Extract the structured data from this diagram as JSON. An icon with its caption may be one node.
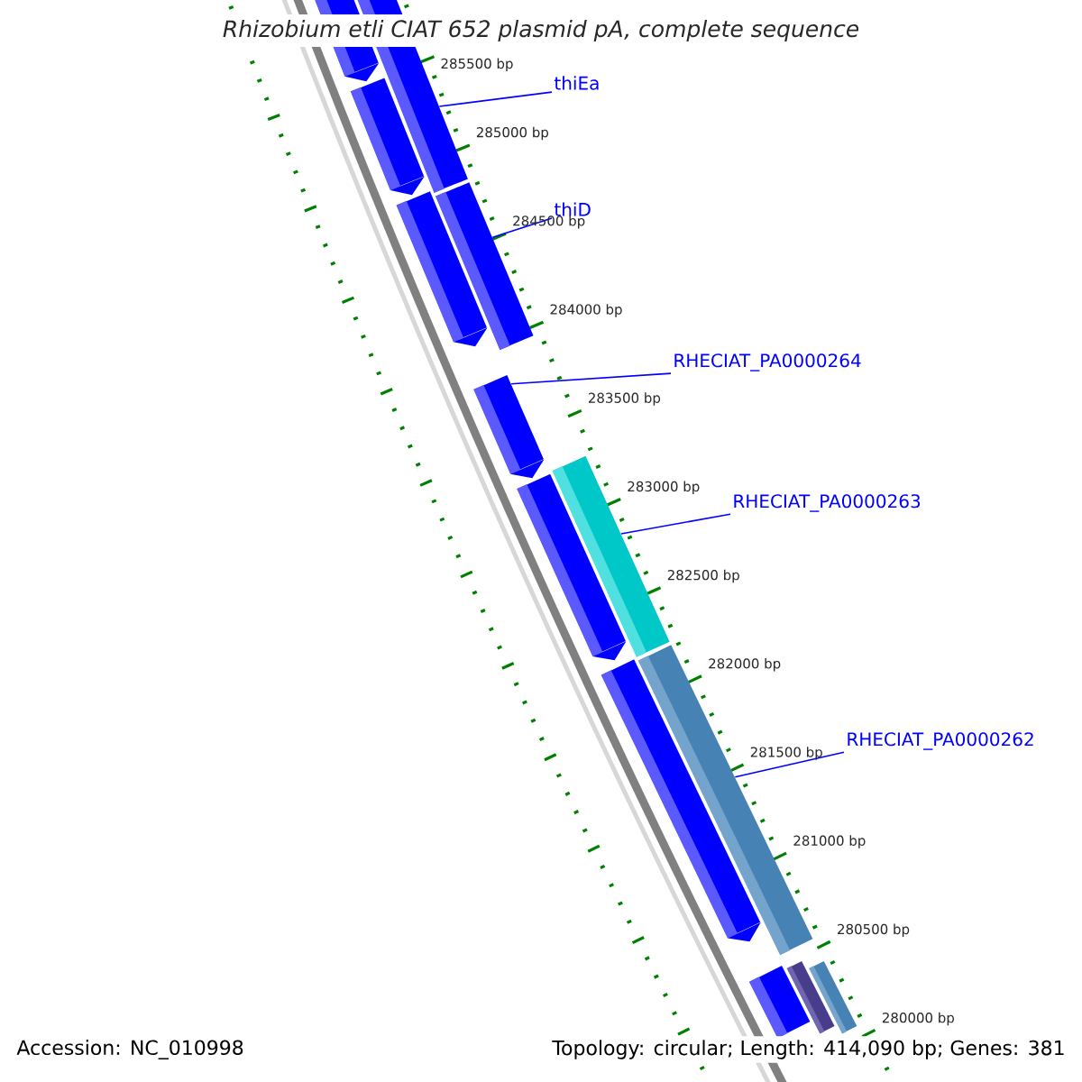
{
  "diagram": {
    "title": "Rhizobium etli CIAT 652 plasmid pA, complete sequence",
    "nodes": [
      {
        "text": [
          "thiEa"
        ]
      },
      {
        "text": [
          "thiD"
        ]
      },
      {
        "text": [
          "RHECIAT_PA0000264"
        ]
      },
      {
        "text": [
          "RHECIAT_PA0000263"
        ]
      },
      {
        "text": [
          "RHECIAT_PA0000262"
        ]
      },
      {
        "text": [],
        "shape": "arrow"
      },
      {
        "text": [],
        "shape": "bar"
      },
      {
        "text": [],
        "shape": "arrow"
      },
      {
        "text": [],
        "shape": "bar"
      },
      {
        "text": [],
        "shape": "arrow"
      },
      {
        "text": [],
        "shape": "arrow"
      },
      {
        "text": [],
        "shape": "bar"
      },
      {
        "text": [],
        "shape": "arrow"
      },
      {
        "text": [],
        "shape": "bar"
      },
      {
        "text": [],
        "shape": "arrow"
      },
      {
        "text": [],
        "shape": "bar"
      },
      {
        "text": [],
        "shape": "bar"
      },
      {
        "text": [],
        "shape": "bar"
      }
    ],
    "edges": [
      {
        "from": 0,
        "to": 6,
        "arrow": "none"
      },
      {
        "from": 1,
        "to": 8,
        "arrow": "none"
      },
      {
        "from": 2,
        "to": 10,
        "arrow": "none"
      },
      {
        "from": 3,
        "to": 11,
        "arrow": "none"
      },
      {
        "from": 4,
        "to": 13,
        "arrow": "none"
      }
    ],
    "labels": [
      "285500 bp",
      "285000 bp",
      "284500 bp",
      "284000 bp",
      "283500 bp",
      "283000 bp",
      "282500 bp",
      "282000 bp",
      "281500 bp",
      "281000 bp",
      "280500 bp",
      "280000 bp",
      "Accession: NC_010998",
      "Topology: circular; Length: 414,090 bp; Genes: 381"
    ]
  }
}
